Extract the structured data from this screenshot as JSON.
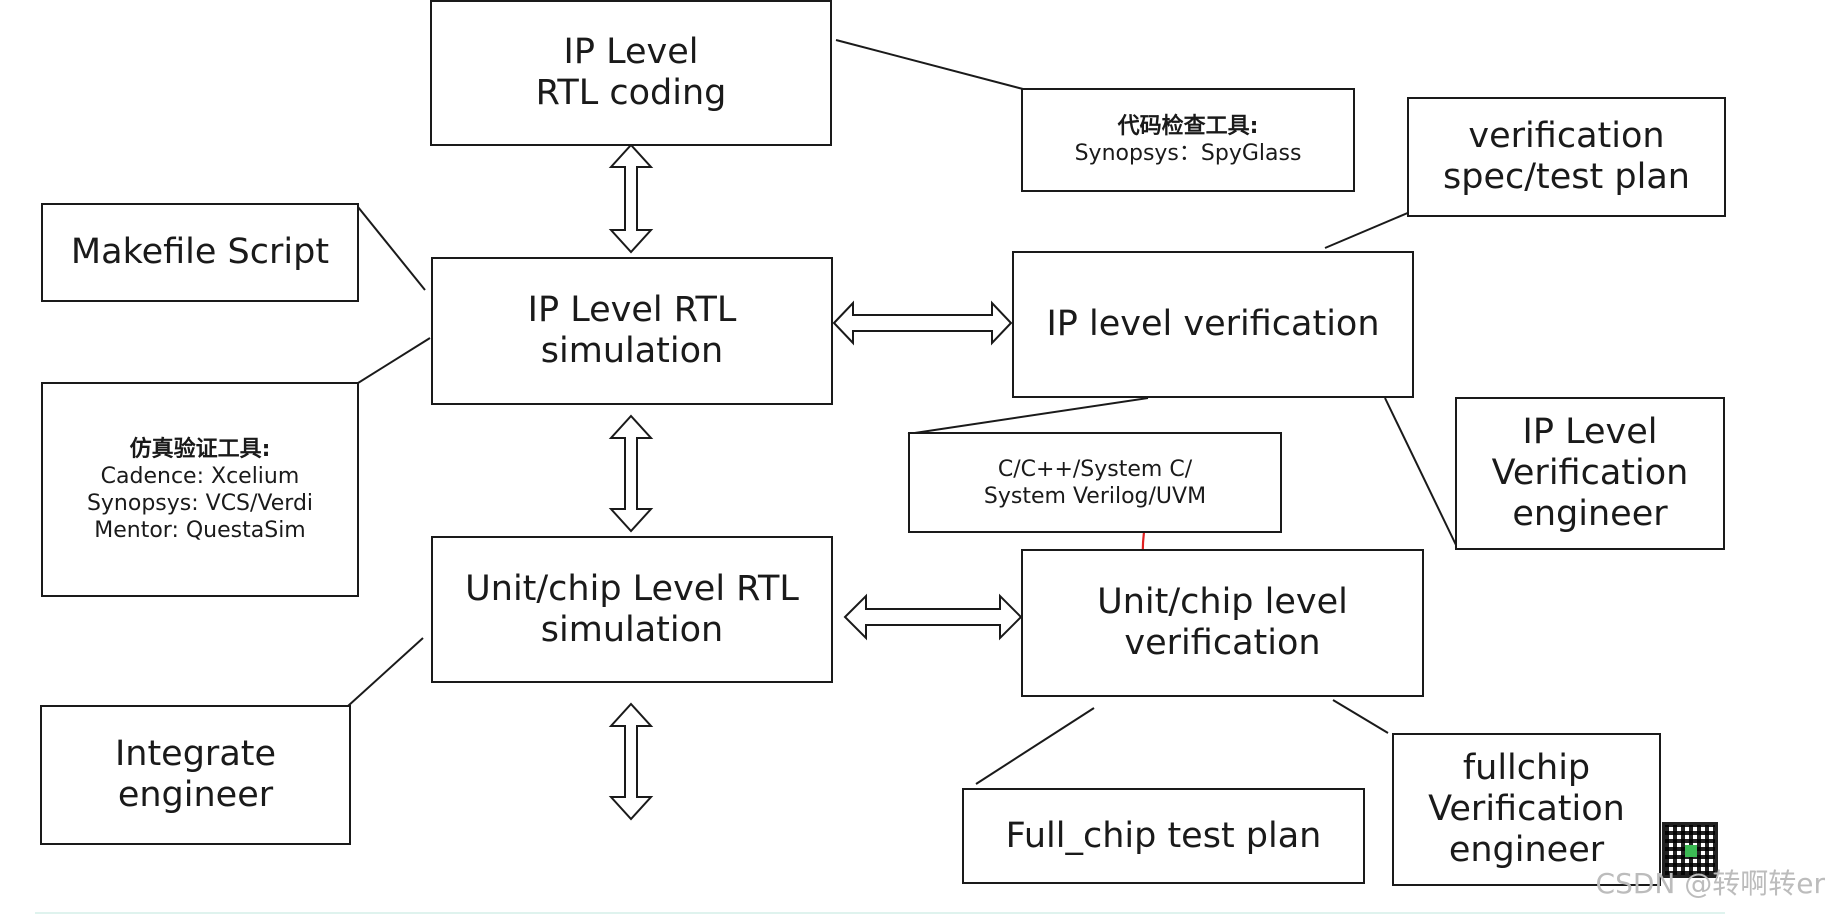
{
  "nodes": {
    "ip_rtl_coding": "IP Level\nRTL coding",
    "code_check_tool": {
      "title": "代码检查工具:",
      "line1": "Synopsys：SpyGlass"
    },
    "verification_spec": "verification\nspec/test plan",
    "makefile_script": "Makefile Script",
    "ip_rtl_simulation": "IP Level RTL simulation",
    "ip_level_verification": "IP level verification",
    "sim_tools": {
      "title": "仿真验证工具:",
      "line1": "Cadence: Xcelium",
      "line2": "Synopsys: VCS/Verdi",
      "line3": "Mentor: QuestaSim"
    },
    "languages": "C/C++/System C/\nSystem Verilog/UVM",
    "ip_verification_engineer": "IP Level\nVerification\nengineer",
    "unit_chip_rtl_simulation": "Unit/chip Level RTL\nsimulation",
    "unit_chip_verification": "Unit/chip level\nverification",
    "integrate_engineer": "Integrate\nengineer",
    "full_chip_test_plan": "Full_chip test plan",
    "fullchip_verification_engineer": "fullchip\nVerification\nengineer"
  },
  "watermark": "CSDN @转啊转er",
  "colors": {
    "line": "#1a1a1a",
    "annotation": "#e02020",
    "watermark": "#bcbcbc"
  }
}
